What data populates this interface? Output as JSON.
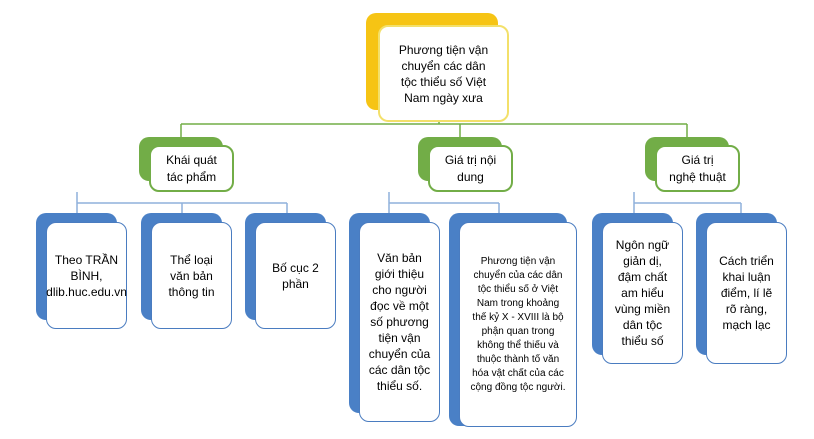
{
  "diagram": {
    "root": {
      "text": "Phương tiện vận chuyển các dân tộc thiểu số Việt Nam ngày xưa"
    },
    "branches": [
      {
        "label": "Khái quát tác phẩm",
        "children": [
          "Theo TRẦN BÌNH, dlib.huc.edu.vn",
          "Thể loại văn bản thông tin",
          "Bố cục 2 phần"
        ]
      },
      {
        "label": "Giá trị nội dung",
        "children": [
          "Văn bản giới thiệu cho người đọc về một số phương tiện vận chuyển của các dân tộc thiểu số.",
          "Phương tiện vận chuyển của các dân tộc thiểu số ở Việt Nam trong khoảng thế kỷ X - XVIII là bộ phận quan trong không thể thiếu và thuộc thành tố văn hóa vật chất của các cộng đồng tộc người."
        ]
      },
      {
        "label": "Giá trị nghệ thuật",
        "children": [
          "Ngôn ngữ giản dị, đậm chất am hiểu vùng miền dân tộc thiểu số",
          "Cách triển khai luận điểm, lí lẽ rõ ràng, mạch lạc"
        ]
      }
    ],
    "colors": {
      "root_accent": "#f6c414",
      "level1_accent": "#72ad47",
      "level2_accent": "#4a80c6"
    }
  }
}
